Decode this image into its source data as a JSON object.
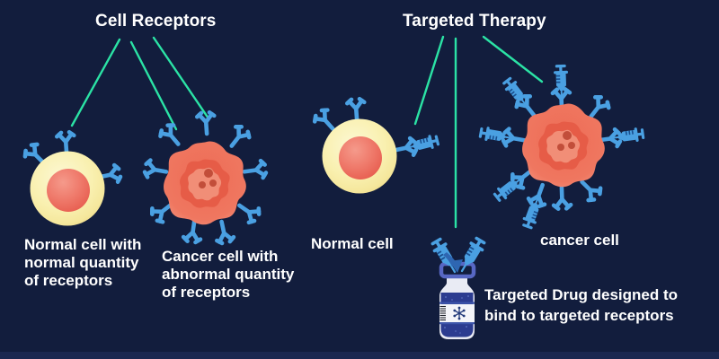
{
  "left_section": {
    "title": "Cell Receptors",
    "normal_cell_label": [
      "Normal cell with",
      "normal quantity",
      "of receptors"
    ],
    "cancer_cell_label": [
      "Cancer cell with",
      "abnormal quantity",
      "of receptors"
    ]
  },
  "right_section": {
    "title": "Targeted Therapy",
    "normal_cell_label": "Normal cell",
    "cancer_cell_label": "cancer cell",
    "drug_label": [
      "Targeted Drug designed to",
      "bind to targeted receptors"
    ]
  },
  "colors": {
    "bg": "#121d3d",
    "footer": "#1b2850",
    "text": "#ffffff",
    "accent": "#2be3a5",
    "receptor_blue": "#4aa0e2",
    "syringe_dark": "#1a4f8f",
    "vial_cap": "#5767c4",
    "vial_liquid": "#2c3c90",
    "cell_yellow": "#f9f0b0",
    "nucleus_red": "#ec6d5e",
    "cancer_red": "#ee6b55"
  }
}
